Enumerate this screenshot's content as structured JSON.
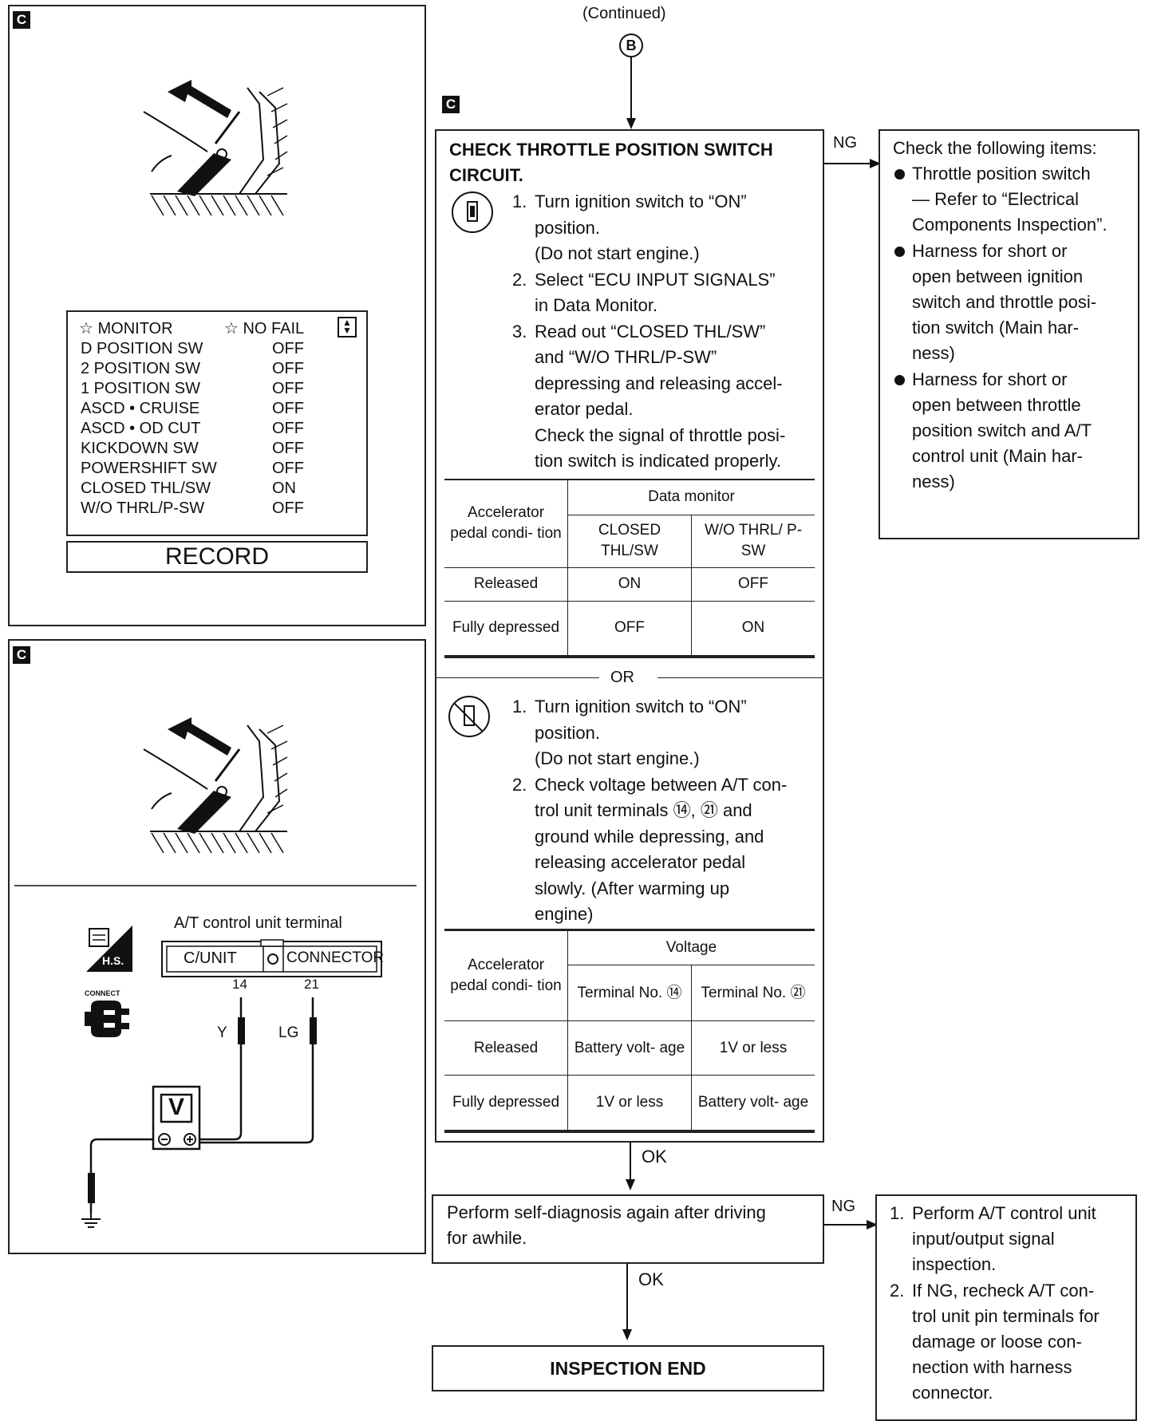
{
  "header": {
    "continued": "(Continued)",
    "connector_letter": "B"
  },
  "section_badge": "C",
  "monitor_screen": {
    "header_left": "☆ MONITOR",
    "header_right": "☆ NO FAIL",
    "rows": [
      {
        "label": "D POSITION SW",
        "value": "OFF"
      },
      {
        "label": "2 POSITION SW",
        "value": "OFF"
      },
      {
        "label": "1 POSITION SW",
        "value": "OFF"
      },
      {
        "label": "ASCD • CRUISE",
        "value": "OFF"
      },
      {
        "label": "ASCD • OD CUT",
        "value": "OFF"
      },
      {
        "label": "KICKDOWN SW",
        "value": "OFF"
      },
      {
        "label": "POWERSHIFT SW",
        "value": "OFF"
      },
      {
        "label": "CLOSED THL/SW",
        "value": "ON"
      },
      {
        "label": "W/O THRL/P-SW",
        "value": "OFF"
      }
    ],
    "record_button": "RECORD"
  },
  "terminal_diagram": {
    "title": "A/T control unit terminal",
    "cunit_label": "C/UNIT",
    "connector_label": "CONNECTOR",
    "pin_a": "14",
    "pin_b": "21",
    "wire_a": "Y",
    "wire_b": "LG",
    "meter": "V",
    "hs_label": "H.S.",
    "connect_label": "CONNECT"
  },
  "main_check": {
    "title_line1": "CHECK THROTTLE POSITION SWITCH",
    "title_line2": "CIRCUIT.",
    "steps_a": [
      {
        "num": "1.",
        "text": "Turn ignition switch to “ON”\nposition.\n(Do not start engine.)"
      },
      {
        "num": "2.",
        "text": "Select “ECU INPUT SIGNALS”\nin Data Monitor."
      },
      {
        "num": "3.",
        "text": "Read out “CLOSED THL/SW”\nand “W/O THRL/P-SW”\ndepressing and releasing accel-\nerator pedal.\nCheck the signal of throttle posi-\ntion switch is indicated properly."
      }
    ],
    "table_a": {
      "col0": "Accelerator pedal condi- tion",
      "group": "Data monitor",
      "col1": "CLOSED THL/SW",
      "col2": "W/O THRL/ P-SW",
      "rows": [
        {
          "cond": "Released",
          "v1": "ON",
          "v2": "OFF"
        },
        {
          "cond": "Fully depressed",
          "v1": "OFF",
          "v2": "ON"
        }
      ]
    },
    "or_label": "OR",
    "steps_b": [
      {
        "num": "1.",
        "text": "Turn ignition switch to “ON”\nposition.\n(Do not start engine.)"
      },
      {
        "num": "2.",
        "text": "Check voltage between A/T con-\ntrol unit terminals ⑭, ㉑ and\nground while depressing, and\nreleasing accelerator pedal\nslowly. (After warming up\nengine)"
      }
    ],
    "table_b": {
      "col0": "Accelerator pedal condi- tion",
      "group": "Voltage",
      "col1": "Terminal No. ⑭",
      "col2": "Terminal No. ㉑",
      "rows": [
        {
          "cond": "Released",
          "v1": "Battery volt- age",
          "v2": "1V or less"
        },
        {
          "cond": "Fully depressed",
          "v1": "1V or less",
          "v2": "Battery volt- age"
        }
      ]
    }
  },
  "ng_box_1": {
    "label": "NG",
    "title": "Check the following items:",
    "items": [
      "Throttle position switch\n— Refer to “Electrical\nComponents Inspection”.",
      "Harness for short or\nopen between ignition\nswitch and throttle posi-\ntion switch (Main har-\nness)",
      "Harness for short or\nopen between throttle\nposition switch and A/T\ncontrol unit (Main har-\nness)"
    ]
  },
  "ok_label_1": "OK",
  "self_diag": {
    "text": "Perform self-diagnosis again after driving\nfor awhile."
  },
  "ng_box_2": {
    "label": "NG",
    "steps": [
      {
        "num": "1.",
        "text": "Perform A/T control unit\ninput/output signal\ninspection."
      },
      {
        "num": "2.",
        "text": "If NG, recheck A/T con-\ntrol unit pin terminals for\ndamage or loose con-\nnection with harness\nconnector."
      }
    ]
  },
  "ok_label_2": "OK",
  "end_box": {
    "text": "INSPECTION END"
  }
}
